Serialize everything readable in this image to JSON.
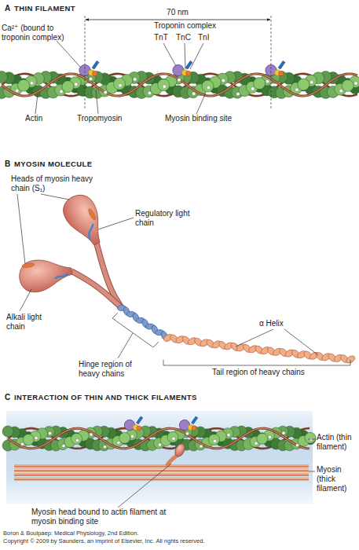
{
  "diagram": {
    "labels": [
      "A",
      "THIN FILAMENT",
      "70 nm",
      "Ca²⁺ (bound to troponin complex)",
      "Troponin complex",
      "TnT",
      "TnC",
      "TnI",
      "Actin",
      "Tropomyosin",
      "Myosin binding site",
      "B",
      "MYOSIN MOLECULE",
      "Heads of myosin heavy chain (S₁)",
      "Regulatory light chain",
      "Alkali light chain",
      "α Helix",
      "Hinge region of heavy chains",
      "Tail region of heavy chains",
      "C",
      "INTERACTION OF THIN AND THICK FILAMENTS",
      "Actin (thin filament)",
      "Myosin (thick filament)",
      "Myosin head bound to actin filament at myosin binding site",
      "Boron & Boulpaep: Medical Physiology, 2nd Edition.",
      "Copyright © 2009 by Saunders, an imprint of Elsevier, Inc. All rights reserved."
    ]
  }
}
